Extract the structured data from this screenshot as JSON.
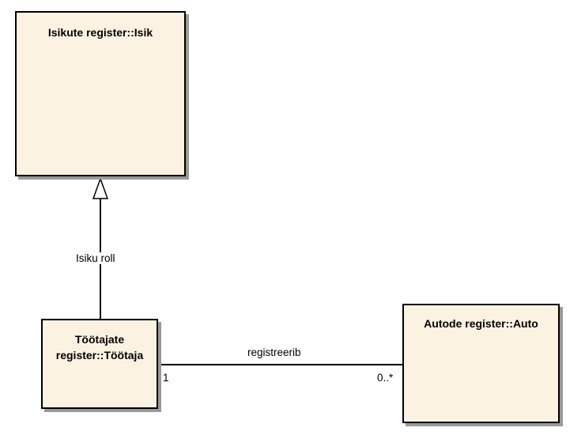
{
  "classes": {
    "isik": {
      "name": "Isikute register::Isik"
    },
    "tootaja": {
      "name_line1": "Töötajate",
      "name_line2": "register::Töötaja"
    },
    "auto": {
      "name": "Autode register::Auto"
    }
  },
  "generalization": {
    "label": "Isiku roll"
  },
  "association": {
    "name": "registreerib",
    "source_multiplicity": "1",
    "target_multiplicity": "0..*"
  },
  "colors": {
    "class_fill": "#fbf2e2",
    "border": "#000000",
    "shadow": "#9a9a9a"
  }
}
